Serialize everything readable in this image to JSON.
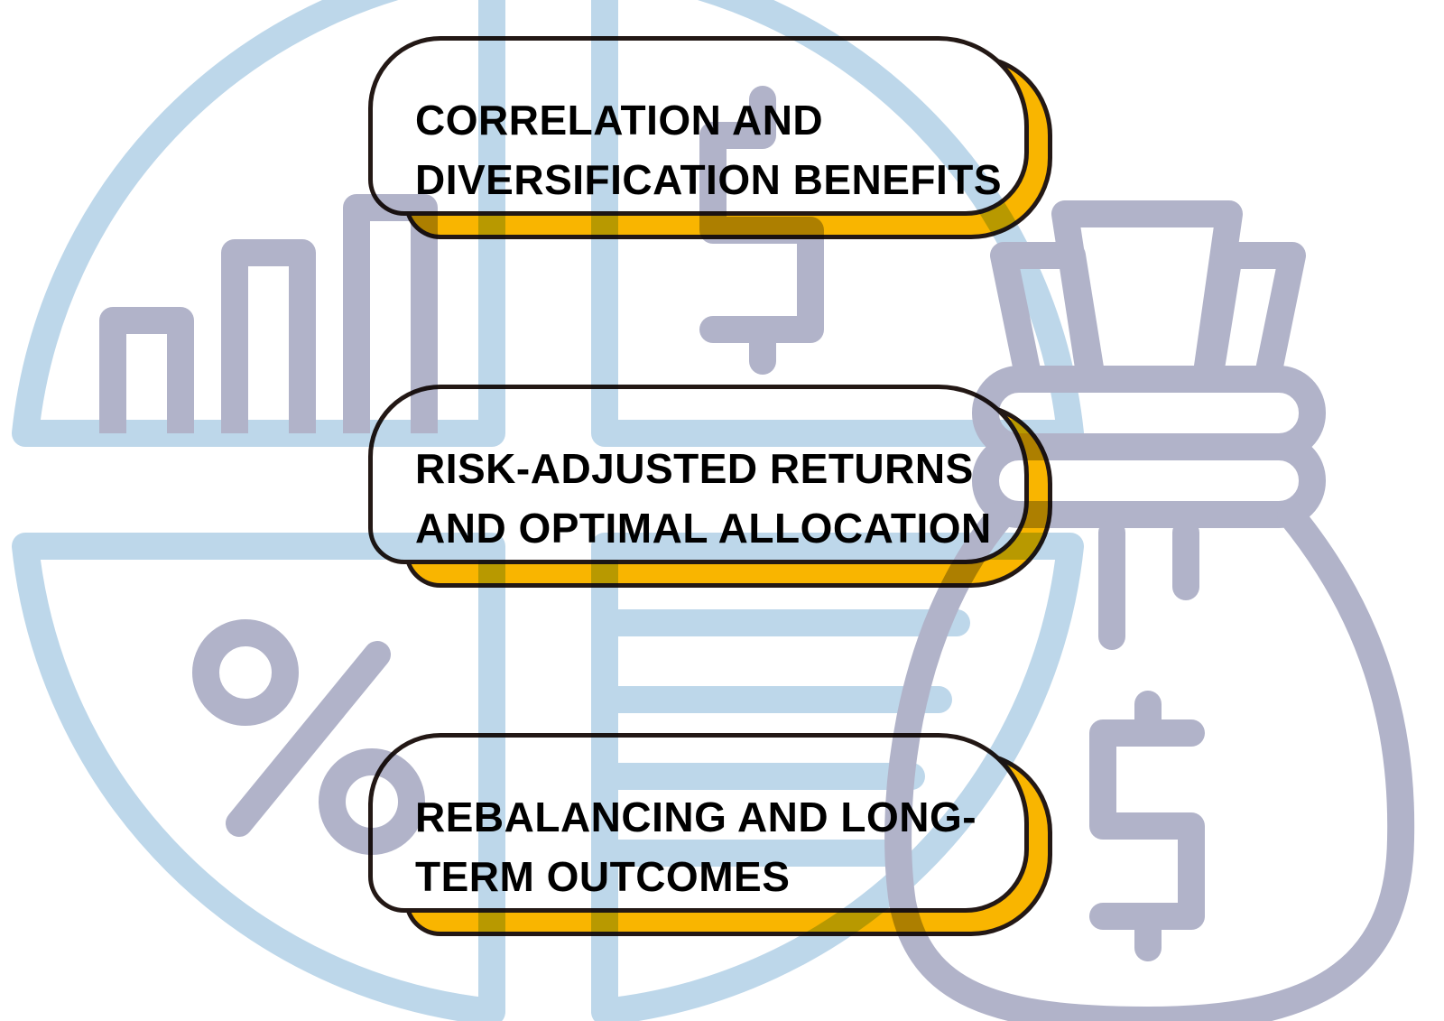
{
  "colors": {
    "pie": "#BDD7EA",
    "icons": "#B1B3C9",
    "accent": "#F9B500",
    "outline": "#231815"
  },
  "cards": [
    {
      "lines": [
        "CORRELATION AND",
        "DIVERSIFICATION BENEFITS"
      ]
    },
    {
      "lines": [
        "RISK-ADJUSTED RETURNS",
        "AND OPTIMAL ALLOCATION"
      ]
    },
    {
      "lines": [
        "REBALANCING AND LONG-",
        "TERM OUTCOMES"
      ]
    }
  ]
}
